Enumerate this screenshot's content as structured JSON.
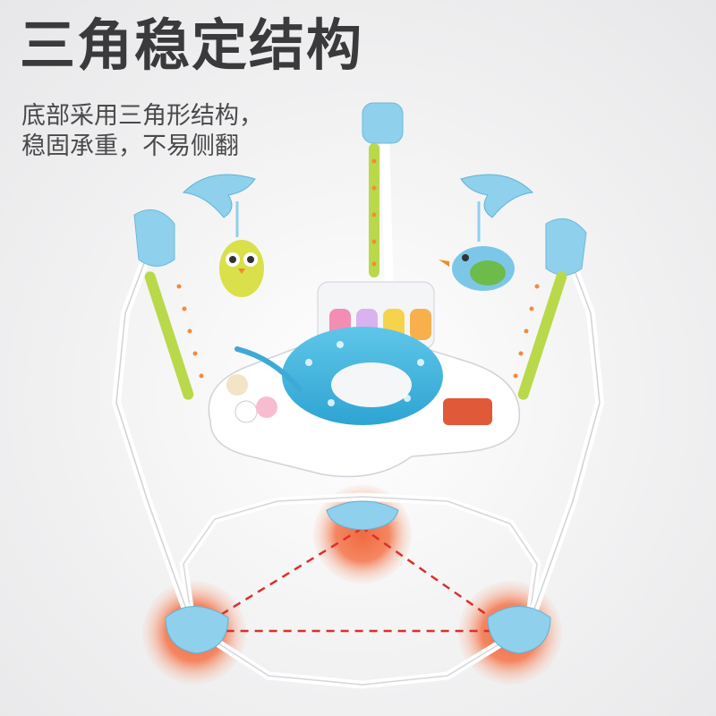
{
  "headline": "三角稳定结构",
  "description": {
    "line1": "底部采用三角形结构，",
    "line2": "稳固承重，不易侧翻"
  },
  "colors": {
    "frame": "#ffffff",
    "accent_blue": "#8fd0ec",
    "highlight": "#f26a3d",
    "triangle_line": "#d8312a"
  },
  "icons": [
    "dolphin-icon",
    "owl-toy",
    "bird-toy",
    "piano-toy",
    "bear-rattle"
  ]
}
